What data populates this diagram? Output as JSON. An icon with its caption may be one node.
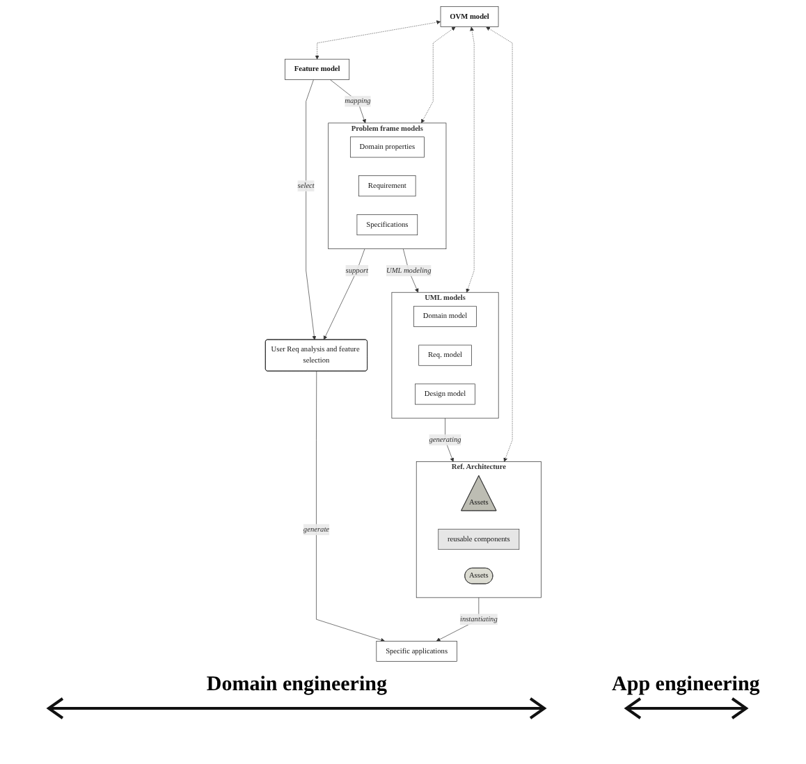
{
  "diagram": {
    "nodes": [
      {
        "text": [
          "OVM model"
        ]
      },
      {
        "text": [
          "Feature model"
        ]
      },
      {
        "text": [
          "Problem frame models"
        ]
      },
      {
        "text": [
          "Domain properties"
        ],
        "in": 2
      },
      {
        "text": [
          "Requirement"
        ],
        "in": 2
      },
      {
        "text": [
          "Specifications"
        ],
        "in": 2
      },
      {
        "text": [
          "User Req analysis and feature selection"
        ]
      },
      {
        "text": [
          "UML models"
        ]
      },
      {
        "text": [
          "Domain model"
        ],
        "in": 7
      },
      {
        "text": [
          "Req. model"
        ],
        "in": 7
      },
      {
        "text": [
          "Design model"
        ],
        "in": 7
      },
      {
        "text": [
          "Ref. Architecture"
        ]
      },
      {
        "text": [
          "Assets"
        ],
        "in": 11
      },
      {
        "text": [
          "reusable components"
        ],
        "in": 11
      },
      {
        "text": [
          "Assets"
        ],
        "in": 11
      },
      {
        "text": [
          "Specific applications"
        ]
      }
    ],
    "edges": [
      {
        "from": 0,
        "to": 1,
        "arrow": "both",
        "style": "dashed"
      },
      {
        "from": 0,
        "to": 2,
        "arrow": "both",
        "style": "dashed"
      },
      {
        "from": 0,
        "to": 7,
        "arrow": "both",
        "style": "dashed"
      },
      {
        "from": 0,
        "to": 11,
        "arrow": "both",
        "style": "dashed"
      },
      {
        "from": 1,
        "to": 2,
        "label": "mapping",
        "arrow": "to"
      },
      {
        "from": 1,
        "to": 6,
        "label": "select",
        "arrow": "to"
      },
      {
        "from": 2,
        "to": 6,
        "label": "support",
        "arrow": "to"
      },
      {
        "from": 2,
        "to": 7,
        "label": "UML modeling",
        "arrow": "to"
      },
      {
        "from": 6,
        "to": 15,
        "label": "generate",
        "arrow": "to"
      },
      {
        "from": 7,
        "to": 11,
        "label": "generating",
        "arrow": "to"
      },
      {
        "from": 11,
        "to": 15,
        "label": "instantiating",
        "arrow": "to"
      }
    ],
    "labels": [
      "Domain engineering",
      "App engineering"
    ]
  }
}
